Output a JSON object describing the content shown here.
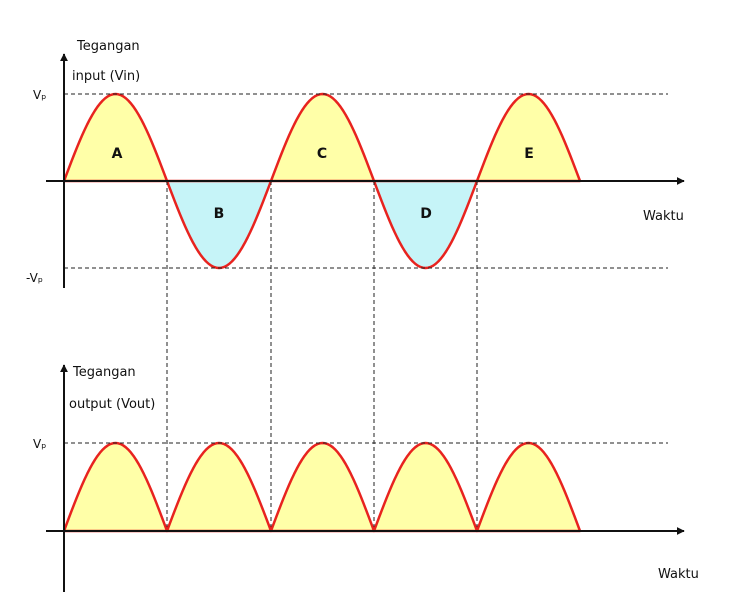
{
  "input_graph": {
    "y_title_line1": "Tegangan",
    "y_title_line2": "input (Vin)",
    "x_label": "Waktu",
    "vp_label": "Vₚ",
    "neg_vp_label": "-Vₚ",
    "segments": [
      "A",
      "B",
      "C",
      "D",
      "E"
    ]
  },
  "output_graph": {
    "y_title_line1": "Tegangan",
    "y_title_line2": "output (Vout)",
    "x_label": "Waktu",
    "vp_label": "Vₚ"
  },
  "colors": {
    "wave_stroke": "#e8231f",
    "positive_fill": "#ffffa8",
    "negative_fill": "#c6f4f8",
    "axis": "#111111",
    "dashed": "#222222"
  }
}
